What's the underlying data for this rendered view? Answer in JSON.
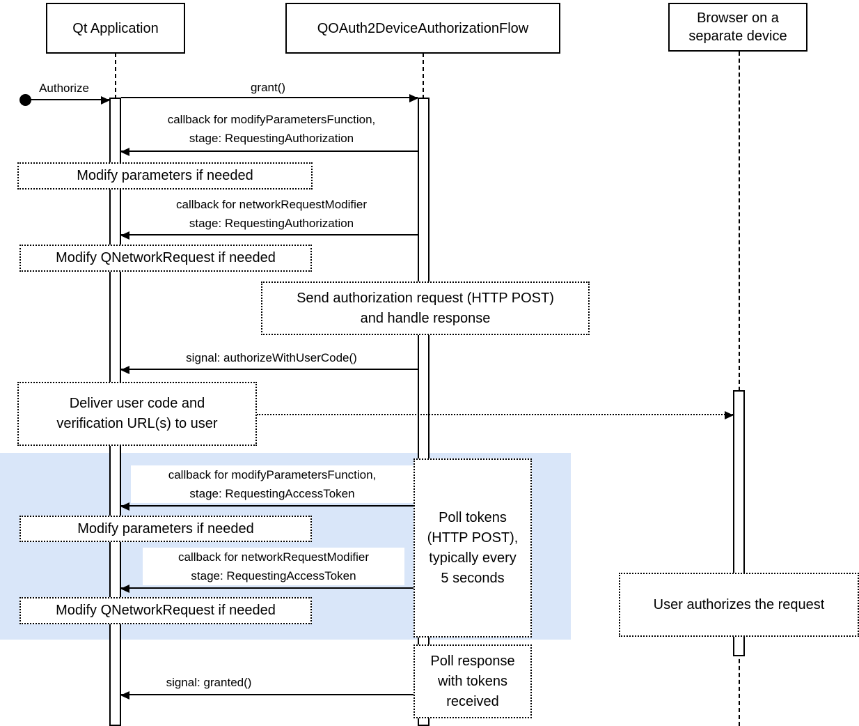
{
  "diagram": {
    "actors": [
      {
        "id": "qt-application",
        "label": "Qt Application"
      },
      {
        "id": "qoauth2-device-authorization-flow",
        "label": "QOAuth2DeviceAuthorizationFlow"
      },
      {
        "id": "browser-separate-device",
        "label": "Browser on a\nseparate device"
      }
    ],
    "start": {
      "label": "Authorize"
    },
    "messages": {
      "grant": "grant()",
      "callback_modify_parameters_authorization": "callback for modifyParametersFunction,\nstage: RequestingAuthorization",
      "callback_network_request_authorization": "callback for networkRequestModifier\nstage: RequestingAuthorization",
      "signal_authorize_with_user_code": "signal: authorizeWithUserCode()",
      "callback_modify_parameters_access_token": "callback for modifyParametersFunction,\nstage: RequestingAccessToken",
      "callback_network_request_access_token": "callback for networkRequestModifier\nstage: RequestingAccessToken",
      "signal_granted": "signal: granted()"
    },
    "notes": {
      "modify_parameters_authorization": "Modify parameters if needed",
      "modify_qnetworkrequest_authorization": "Modify QNetworkRequest if needed",
      "send_authorization_request": "Send authorization request (HTTP POST)\nand handle response",
      "deliver_user_code": "Deliver user code and\nverification URL(s) to user",
      "modify_parameters_access_token": "Modify parameters if needed",
      "modify_qnetworkrequest_access_token": "Modify QNetworkRequest if needed",
      "poll_tokens": "Poll tokens\n(HTTP POST),\ntypically every\n5 seconds",
      "user_authorizes": "User authorizes the request",
      "poll_response": "Poll response\nwith tokens\nreceived"
    },
    "colors": {
      "loop_background": "#d9e6f9",
      "line": "#000000",
      "background": "#ffffff"
    }
  }
}
